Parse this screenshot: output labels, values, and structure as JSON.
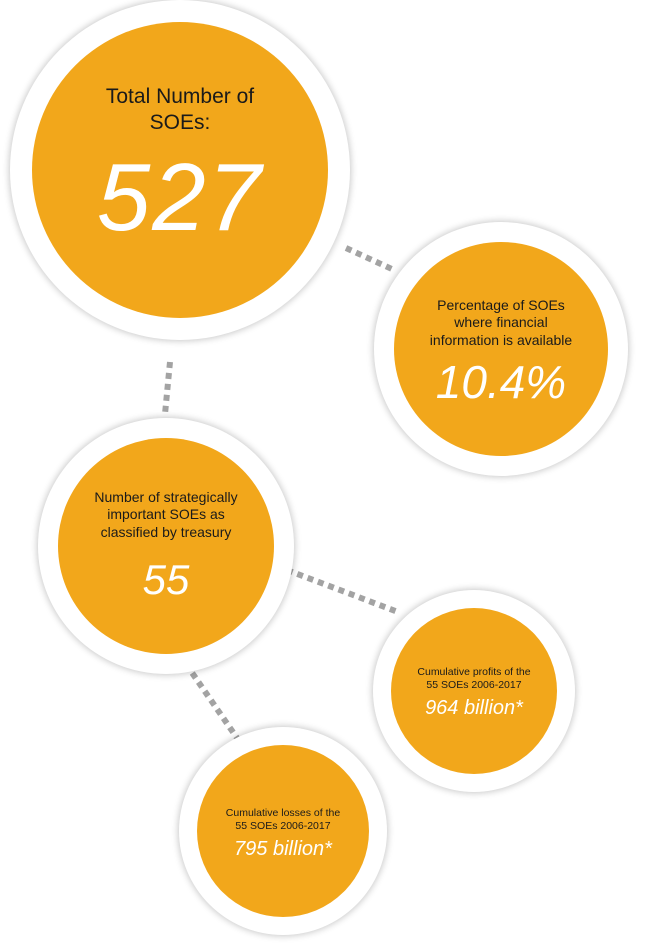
{
  "colors": {
    "bubble_fill": "#f2a71b",
    "ring": "#ffffff",
    "connector": "#a3a3a3",
    "label_text": "#1a1a1a",
    "value_text": "#ffffff"
  },
  "stats": [
    {
      "label": "Total Number of SOEs:",
      "value": "527"
    },
    {
      "label": "Percentage of SOEs where financial information is available",
      "value": "10.4%"
    },
    {
      "label": "Number of strategically important SOEs as classified by treasury",
      "value": "55"
    },
    {
      "label": "Cumulative profits of the 55 SOEs 2006-2017",
      "value": "964 billion*"
    },
    {
      "label": "Cumulative losses of the 55 SOEs 2006-2017",
      "value": "795 billion*"
    }
  ]
}
